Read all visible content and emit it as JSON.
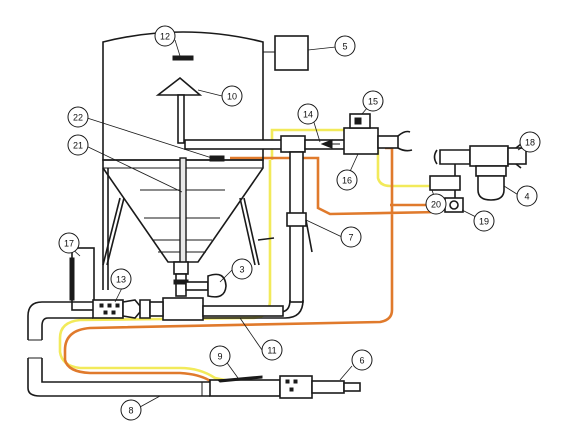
{
  "callouts": [
    {
      "id": "c1",
      "label": "3"
    },
    {
      "id": "c2",
      "label": "4"
    },
    {
      "id": "c3",
      "label": "5"
    },
    {
      "id": "c4",
      "label": "6"
    },
    {
      "id": "c5",
      "label": "7"
    },
    {
      "id": "c6",
      "label": "8"
    },
    {
      "id": "c7",
      "label": "9"
    },
    {
      "id": "c8",
      "label": "10"
    },
    {
      "id": "c9",
      "label": "11"
    },
    {
      "id": "c10",
      "label": "12"
    },
    {
      "id": "c11",
      "label": "13"
    },
    {
      "id": "c12",
      "label": "14"
    },
    {
      "id": "c13",
      "label": "15"
    },
    {
      "id": "c14",
      "label": "16"
    },
    {
      "id": "c15",
      "label": "17"
    },
    {
      "id": "c16",
      "label": "18"
    },
    {
      "id": "c17",
      "label": "19"
    },
    {
      "id": "c18",
      "label": "20"
    },
    {
      "id": "c19",
      "label": "21"
    },
    {
      "id": "c20",
      "label": "22"
    }
  ],
  "colors": {
    "line": "#1a1a1a",
    "air_hose_yellow": "#f2ea5a",
    "air_hose_orange": "#e07a2c",
    "background": "#ffffff"
  }
}
